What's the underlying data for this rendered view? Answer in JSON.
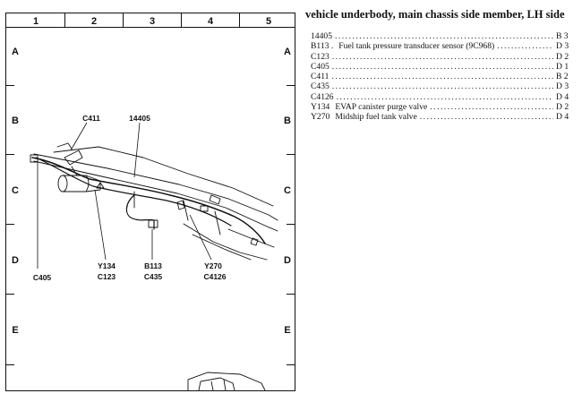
{
  "grid": {
    "columns": [
      "1",
      "2",
      "3",
      "4",
      "5"
    ],
    "rows": [
      "A",
      "B",
      "C",
      "D",
      "E"
    ]
  },
  "callouts": {
    "c411": "C411",
    "n14405": "14405",
    "c405": "C405",
    "y134": "Y134",
    "c123": "C123",
    "b113": "B113",
    "c435": "C435",
    "y270": "Y270",
    "c4126": "C4126"
  },
  "legend": {
    "title": "vehicle underbody, main chassis side member, LH side",
    "items": [
      {
        "code": "14405",
        "desc": "",
        "loc": "B 3"
      },
      {
        "code": "B113 .",
        "desc": "Fuel tank pressure transducer sensor (9C968)",
        "loc": "D 3"
      },
      {
        "code": "C123",
        "desc": "",
        "loc": "D 2"
      },
      {
        "code": "C405",
        "desc": "",
        "loc": "D 1"
      },
      {
        "code": "C411",
        "desc": "",
        "loc": "B 2"
      },
      {
        "code": "C435",
        "desc": "",
        "loc": "D 3"
      },
      {
        "code": "C4126",
        "desc": "",
        "loc": "D 4"
      },
      {
        "code": "Y134",
        "desc": "EVAP canister purge valve",
        "loc": "D 2"
      },
      {
        "code": "Y270",
        "desc": "Midship fuel tank valve",
        "loc": "D 4"
      }
    ]
  }
}
